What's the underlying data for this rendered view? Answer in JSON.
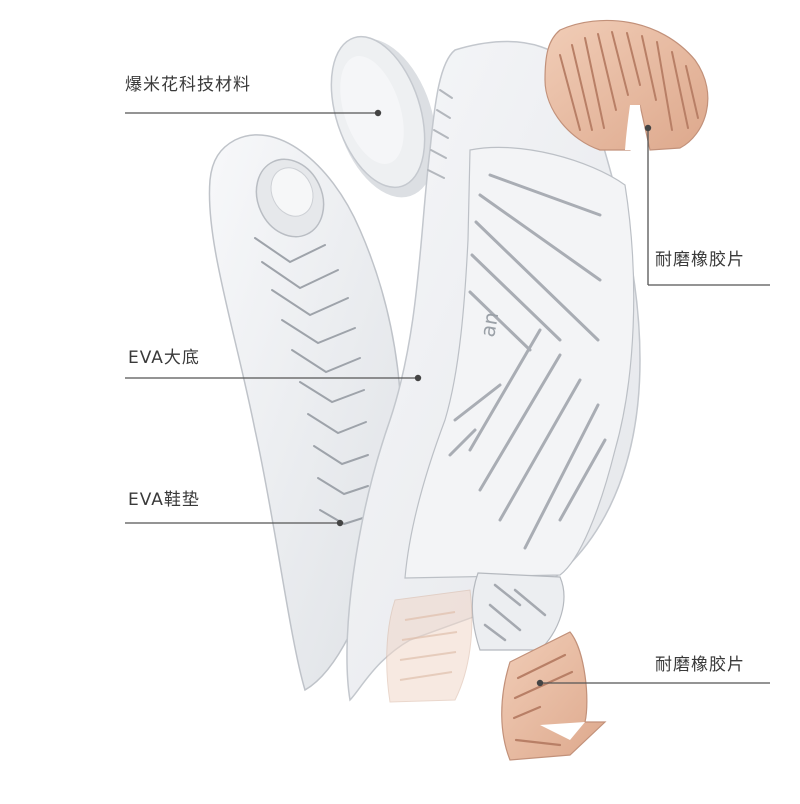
{
  "labels": {
    "popcorn": "爆米花科技材料",
    "rubber_heel": "耐磨橡胶片",
    "eva_sole": "EVA大底",
    "eva_insole": "EVA鞋垫",
    "rubber_toe": "耐磨橡胶片"
  },
  "logo_text": "an",
  "colors": {
    "background": "#ffffff",
    "sole_white": "#eef0f3",
    "sole_shadow": "#c9ccd2",
    "rubber_peach": "#e7b9a0",
    "rubber_line": "#c48e74",
    "leader_line": "#555555",
    "label_text": "#3a3a3a"
  }
}
